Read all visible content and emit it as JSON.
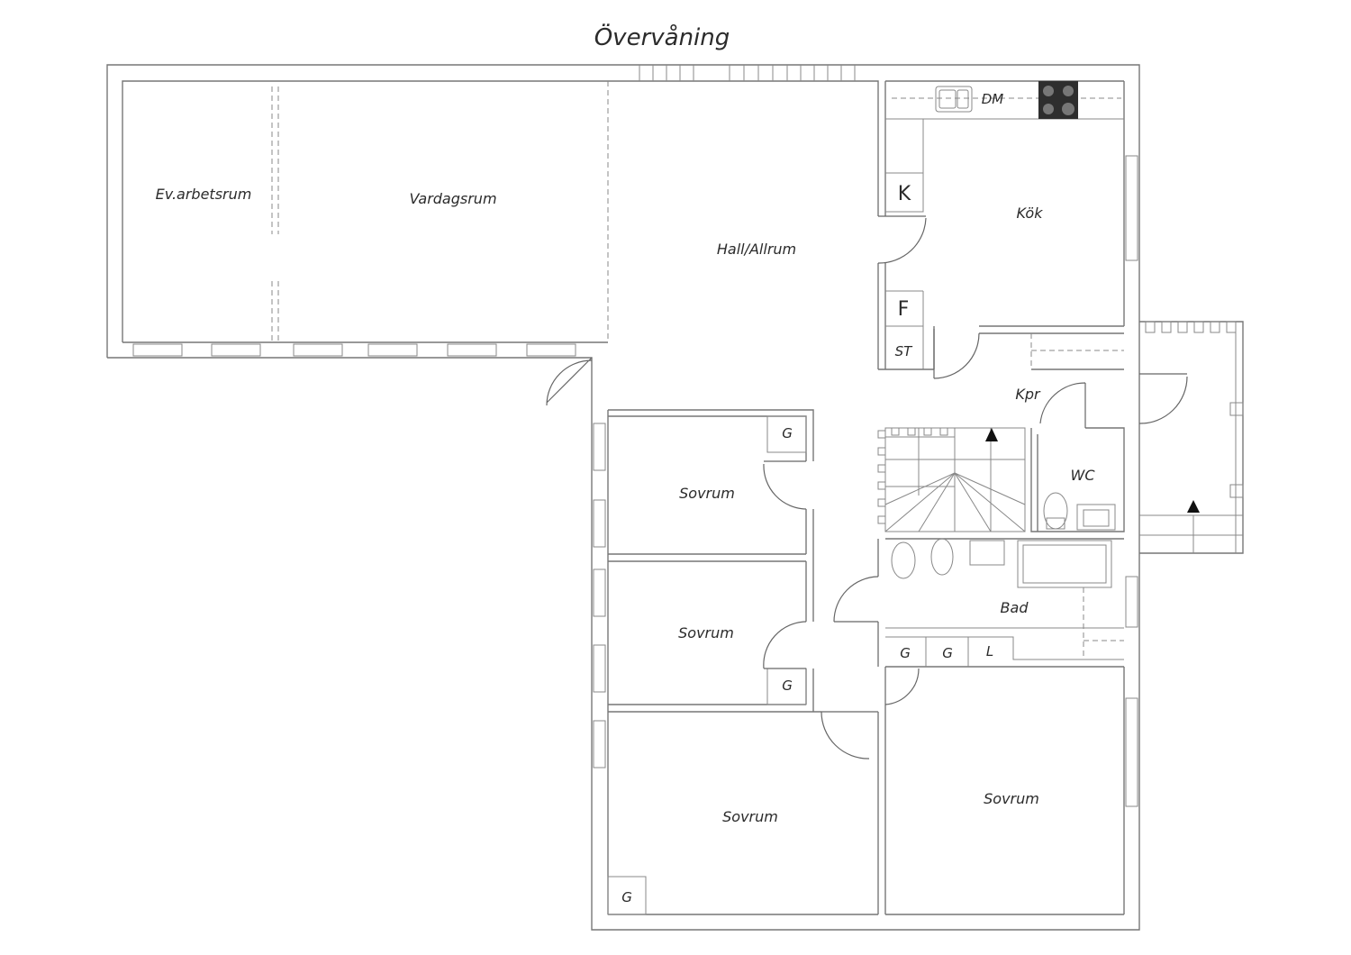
{
  "title": "Övervåning",
  "rooms": {
    "ev_arbetsrum": "Ev.arbetsrum",
    "vardagsrum": "Vardagsrum",
    "hall_allrum": "Hall/Allrum",
    "kok": "Kök",
    "kpr": "Kpr",
    "wc": "WC",
    "bad": "Bad",
    "sovrum_1": "Sovrum",
    "sovrum_2": "Sovrum",
    "sovrum_3": "Sovrum",
    "sovrum_4": "Sovrum"
  },
  "fixtures": {
    "dm": "DM",
    "k": "K",
    "f": "F",
    "st": "ST",
    "g1": "G",
    "g2": "G",
    "g3": "G",
    "g4": "G",
    "g5": "G",
    "l": "L"
  }
}
